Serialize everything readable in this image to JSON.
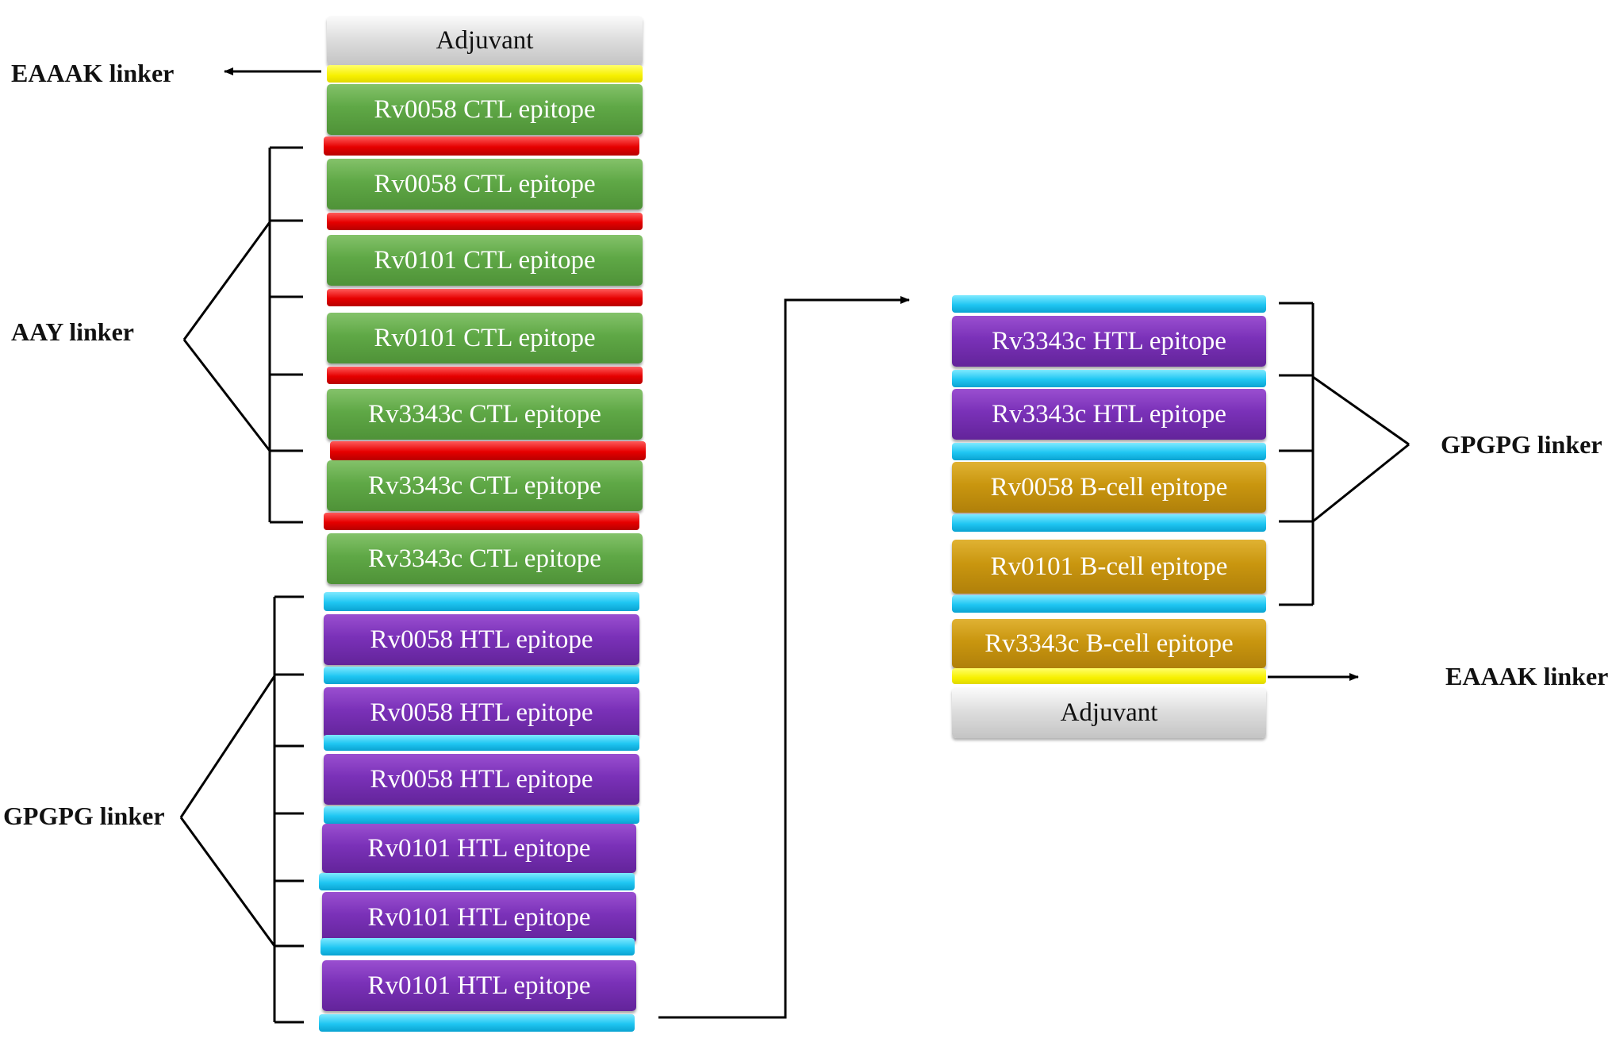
{
  "left_column": {
    "adjuvant": "Adjuvant",
    "ctl": [
      "Rv0058 CTL epitope",
      "Rv0058 CTL epitope",
      "Rv0101 CTL epitope",
      "Rv0101 CTL epitope",
      "Rv3343c CTL epitope",
      "Rv3343c CTL epitope",
      "Rv3343c CTL epitope"
    ],
    "htl": [
      "Rv0058 HTL epitope",
      "Rv0058 HTL epitope",
      "Rv0058 HTL epitope",
      "Rv0101 HTL epitope",
      "Rv0101 HTL epitope",
      "Rv0101 HTL epitope"
    ]
  },
  "right_column": {
    "htl": [
      "Rv3343c HTL epitope",
      "Rv3343c HTL epitope"
    ],
    "bcell": [
      "Rv0058 B-cell epitope",
      "Rv0101 B-cell epitope",
      "Rv3343c B-cell epitope"
    ],
    "adjuvant": "Adjuvant"
  },
  "labels": {
    "eaaak_left": "EAAAK linker",
    "aay": "AAY linker",
    "gpgpg_left": "GPGPG linker",
    "gpgpg_right": "GPGPG linker",
    "eaaak_right": "EAAAK linker"
  },
  "colors": {
    "ctl": "#5fa846",
    "htl": "#7a31b8",
    "bcell": "#c9960f",
    "adjuvant": "#d8d8d8",
    "aay_linker": "#e60000",
    "gpgpg_linker": "#1fc6f2",
    "eaaak_linker": "#f7f000"
  }
}
